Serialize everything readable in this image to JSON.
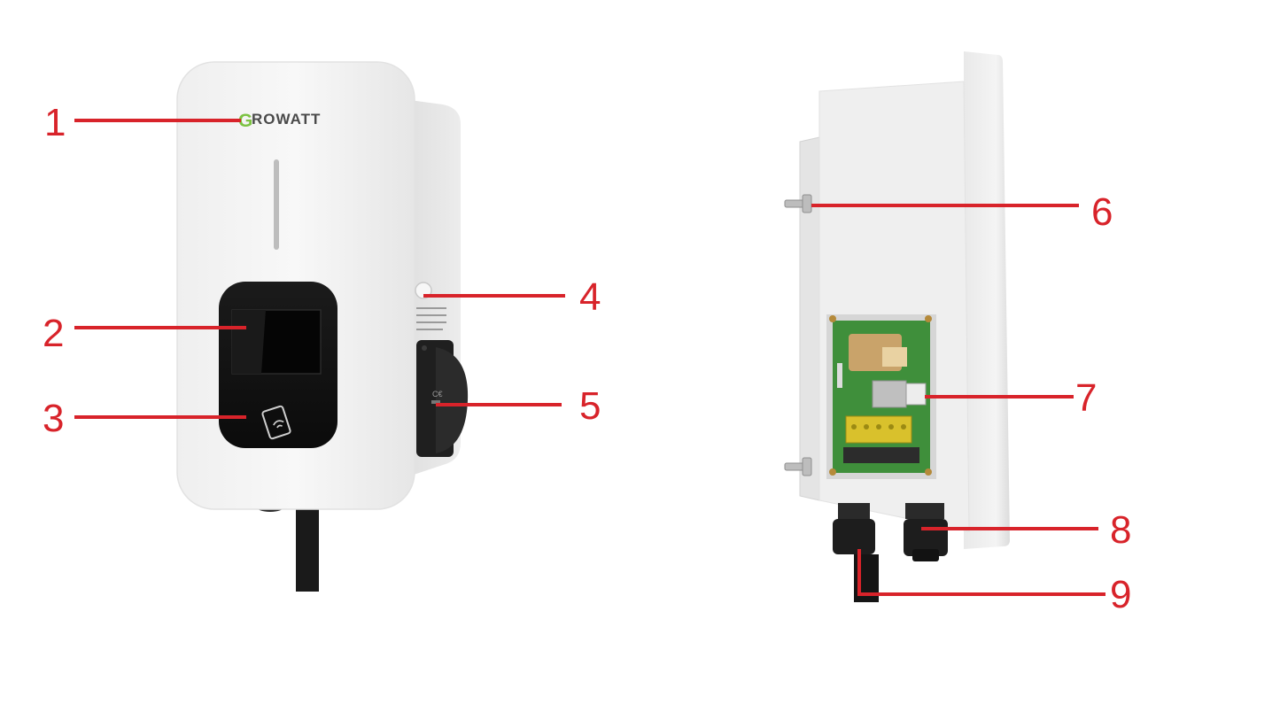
{
  "brand": {
    "first_letter": "G",
    "rest": "ROWATT",
    "accent_color": "#7cc242"
  },
  "callout_color": "#d8232a",
  "callouts": [
    "1",
    "2",
    "3",
    "4",
    "5",
    "6",
    "7",
    "8",
    "9"
  ],
  "icons": {
    "rfid": "rfid-card-icon",
    "ce_mark": "ce-mark-icon"
  }
}
